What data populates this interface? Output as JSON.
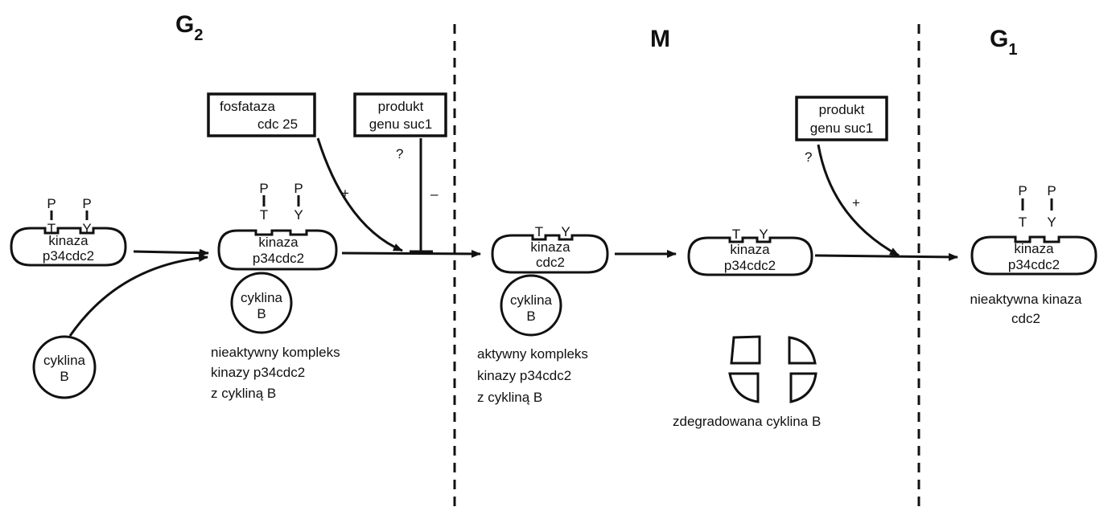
{
  "phases": {
    "g2": "G",
    "g2_sub": "2",
    "m": "M",
    "g1": "G",
    "g1_sub": "1"
  },
  "boxes": {
    "fosfataza": [
      "fosfataza",
      "cdc 25"
    ],
    "suc1_left": [
      "produkt",
      "genu suc1"
    ],
    "suc1_right": [
      "produkt",
      "genu suc1"
    ]
  },
  "symbols": {
    "p": "P",
    "t": "T",
    "y": "Y",
    "plus": "+",
    "minus": "–",
    "question": "?"
  },
  "kinases": {
    "k1": [
      "kinaza",
      "p34cdc2"
    ],
    "k2": [
      "kinaza",
      "p34cdc2"
    ],
    "k3": [
      "kinaza",
      "cdc2"
    ],
    "k4": [
      "kinaza",
      "p34cdc2"
    ],
    "k5": [
      "kinaza",
      "p34cdc2"
    ]
  },
  "cyclins": {
    "c1": [
      "cyklina",
      "B"
    ],
    "c2": [
      "cyklina",
      "B"
    ],
    "c3": [
      "cyklina",
      "B"
    ]
  },
  "captions": {
    "inactive_complex": [
      "nieaktywny kompleks",
      "kinazy p34cdc2",
      "z cykliną B"
    ],
    "active_complex": [
      "aktywny kompleks",
      "kinazy p34cdc2",
      "z cykliną B"
    ],
    "degraded": [
      "zdegradowana cyklina B"
    ],
    "inactive_kinase": [
      "nieaktywna kinaza",
      "cdc2"
    ]
  }
}
